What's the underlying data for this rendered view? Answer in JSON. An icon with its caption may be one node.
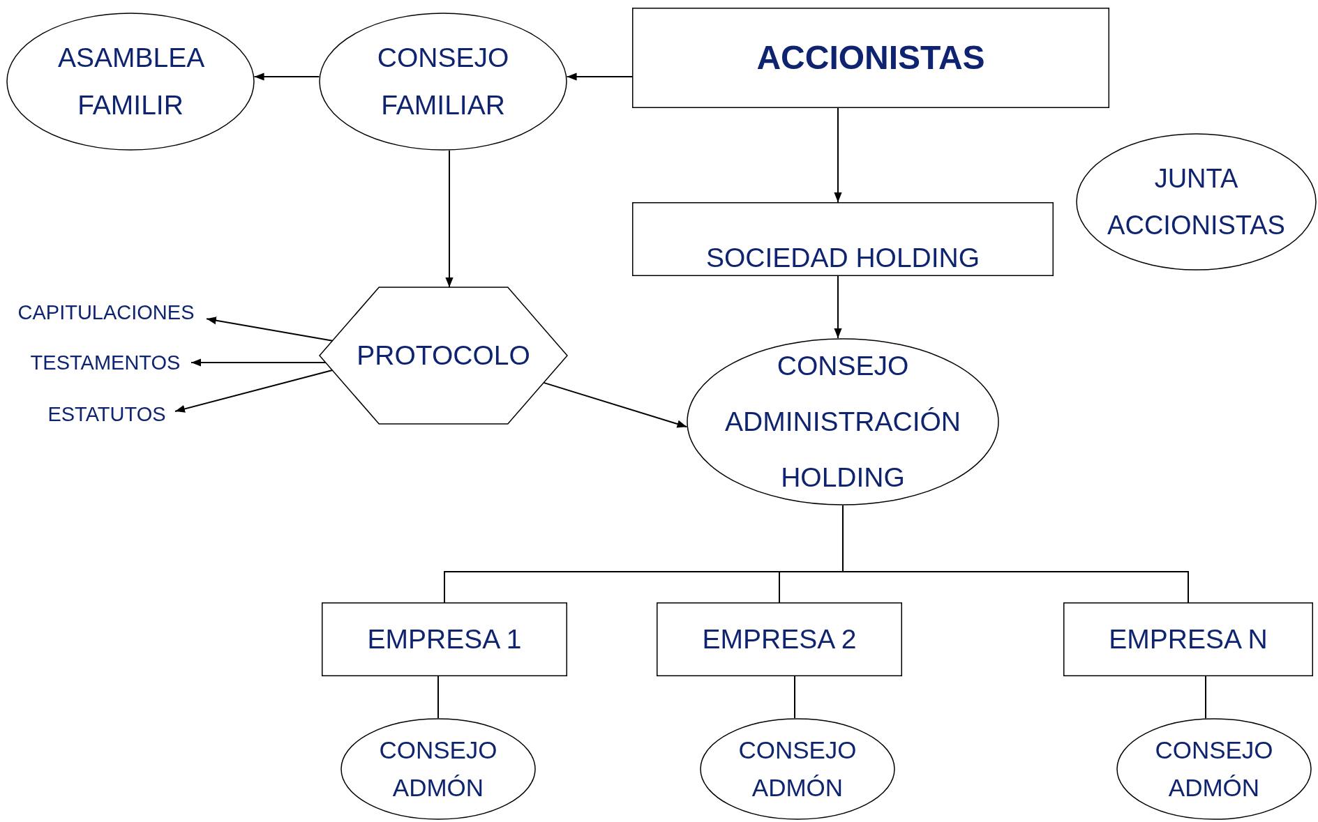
{
  "diagram": {
    "nodes": [
      {
        "text": [
          "ACCIONISTAS"
        ]
      },
      {
        "text": [
          "CONSEJO FAMILIAR"
        ]
      },
      {
        "text": [
          "ASAMBLEA FAMILIR"
        ]
      },
      {
        "text": [
          "JUNTA ACCIONISTAS"
        ]
      },
      {
        "text": [
          "SOCIEDAD HOLDING"
        ]
      },
      {
        "text": [
          "PROTOCOLO"
        ]
      },
      {
        "text": [
          "CAPITULACIONES"
        ]
      },
      {
        "text": [
          "TESTAMENTOS"
        ]
      },
      {
        "text": [
          "ESTATUTOS"
        ]
      },
      {
        "text": [
          "CONSEJO ADMINISTRACIÓN HOLDING"
        ]
      },
      {
        "text": [
          "EMPRESA 1"
        ]
      },
      {
        "text": [
          "EMPRESA 2"
        ]
      },
      {
        "text": [
          "EMPRESA N"
        ]
      },
      {
        "text": [
          "CONSEJO ADMÓN"
        ]
      },
      {
        "text": [
          "CONSEJO ADMÓN"
        ]
      },
      {
        "text": [
          "CONSEJO ADMÓN"
        ]
      }
    ],
    "edges": [
      {
        "from": 0,
        "to": 1,
        "arrow": "to"
      },
      {
        "from": 1,
        "to": 2,
        "arrow": "to"
      },
      {
        "from": 0,
        "to": 4,
        "arrow": "to"
      },
      {
        "from": 1,
        "to": 5,
        "arrow": "to"
      },
      {
        "from": 4,
        "to": 9,
        "arrow": "to"
      },
      {
        "from": 5,
        "to": 6,
        "arrow": "to"
      },
      {
        "from": 5,
        "to": 7,
        "arrow": "to"
      },
      {
        "from": 5,
        "to": 8,
        "arrow": "to"
      },
      {
        "from": 5,
        "to": 9,
        "arrow": "to"
      },
      {
        "from": 9,
        "to": 10,
        "arrow": "none"
      },
      {
        "from": 9,
        "to": 11,
        "arrow": "none"
      },
      {
        "from": 9,
        "to": 12,
        "arrow": "none"
      },
      {
        "from": 10,
        "to": 13,
        "arrow": "none"
      },
      {
        "from": 11,
        "to": 14,
        "arrow": "none"
      },
      {
        "from": 12,
        "to": 15,
        "arrow": "none"
      }
    ]
  }
}
